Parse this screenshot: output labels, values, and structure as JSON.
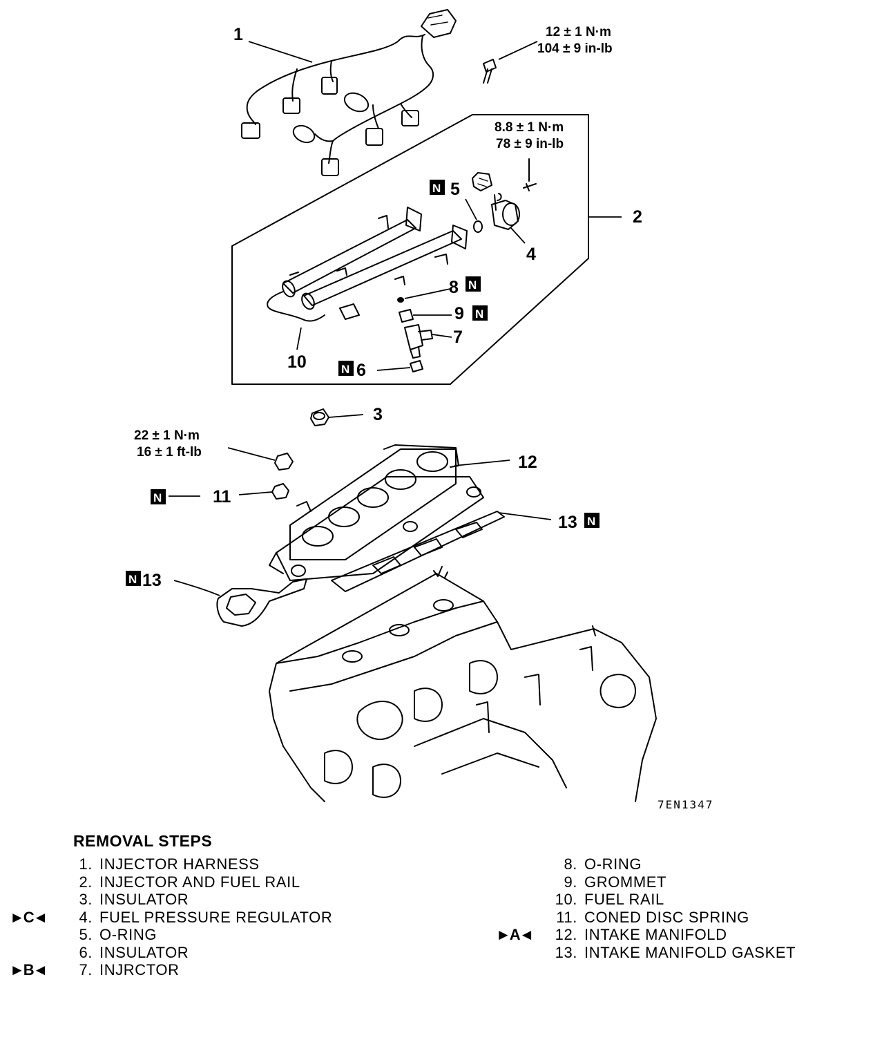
{
  "diagram": {
    "callouts": {
      "c1": "1",
      "c2": "2",
      "c3": "3",
      "c4": "4",
      "c5": "5",
      "c6": "6",
      "c7": "7",
      "c8": "8",
      "c9": "9",
      "c10": "10",
      "c11": "11",
      "c12": "12",
      "c13a": "13",
      "c13b": "13"
    },
    "new_part_symbol": "N",
    "torque": {
      "bolt_top": [
        "12 ± 1 N·m",
        "104 ± 9 in-lb"
      ],
      "regulator_bolt": [
        "8.8 ± 1 N·m",
        "78 ± 9 in-lb"
      ],
      "manifold_nut": [
        "22 ± 1 N·m",
        "16 ± 1 ft-lb"
      ]
    },
    "figure_code": "7EN1347"
  },
  "removal_steps": {
    "title": "REMOVAL STEPS",
    "left": [
      {
        "num": "1.",
        "name": "INJECTOR HARNESS",
        "marker": ""
      },
      {
        "num": "2.",
        "name": "INJECTOR AND FUEL RAIL",
        "marker": ""
      },
      {
        "num": "3.",
        "name": "INSULATOR",
        "marker": ""
      },
      {
        "num": "4.",
        "name": "FUEL PRESSURE REGULATOR",
        "marker": "►C◄"
      },
      {
        "num": "5.",
        "name": "O-RING",
        "marker": ""
      },
      {
        "num": "6.",
        "name": "INSULATOR",
        "marker": ""
      },
      {
        "num": "7.",
        "name": "INJRCTOR",
        "marker": "►B◄"
      }
    ],
    "right": [
      {
        "num": "8.",
        "name": "O-RING",
        "marker": ""
      },
      {
        "num": "9.",
        "name": "GROMMET",
        "marker": ""
      },
      {
        "num": "10.",
        "name": "FUEL RAIL",
        "marker": ""
      },
      {
        "num": "11.",
        "name": "CONED DISC SPRING",
        "marker": ""
      },
      {
        "num": "12.",
        "name": "INTAKE MANIFOLD",
        "marker": "►A◄"
      },
      {
        "num": "13.",
        "name": "INTAKE MANIFOLD GASKET",
        "marker": ""
      }
    ]
  }
}
